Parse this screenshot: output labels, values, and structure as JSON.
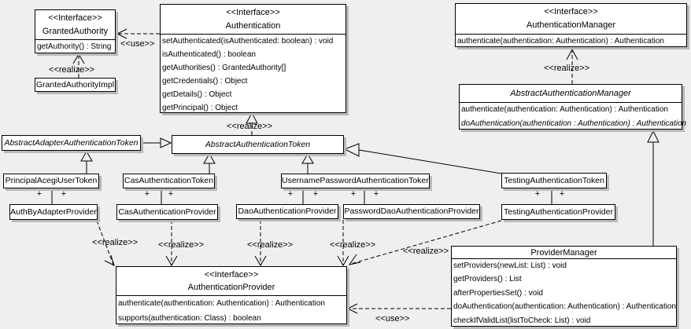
{
  "palette": {
    "background": "#efefef",
    "box_fill": "#ffffff",
    "box_border": "#000000",
    "shadow": "#b9b9b9",
    "line": "#000000"
  },
  "labels": {
    "use": "<<use>>",
    "realize": "<<realize>>",
    "plus": "+"
  },
  "classes": {
    "granted_authority": {
      "stereotype": "<<Interface>>",
      "name": "GrantedAuthority",
      "methods": [
        "getAuthority() : String"
      ]
    },
    "granted_authority_impl": {
      "name": "GrantedAuthorityImpl"
    },
    "authentication": {
      "stereotype": "<<Interface>>",
      "name": "Authentication",
      "methods": [
        "setAuthenticated(isAuthenticated: boolean) : void",
        "isAuthenticated() : boolean",
        "getAuthorities() : GrantedAuthority[]",
        "getCredentials() : Object",
        "getDetails() : Object",
        "getPrincipal() : Object"
      ]
    },
    "authentication_manager": {
      "stereotype": "<<Interface>>",
      "name": "AuthenticationManager",
      "methods": [
        "authenticate(authentication: Authentication) : Authentication"
      ]
    },
    "abstract_authentication_manager": {
      "name": "AbstractAuthenticationManager",
      "methods": [
        "authenticate(authentication: Authentication) : Authentication",
        "doAuthentication(authentication : Authentication) : Authentication"
      ]
    },
    "abstract_adapter_authentication_token": {
      "name": "AbstractAdapterAuthenticationToken"
    },
    "abstract_authentication_token": {
      "name": "AbstractAuthenticationToken"
    },
    "principal_acegi_user_token": {
      "name": "PrincipalAcegiUserToken"
    },
    "cas_authentication_token": {
      "name": "CasAuthenticationToken"
    },
    "username_password_authentication_token": {
      "name": "UsernamePasswordAuthenticationToken"
    },
    "testing_authentication_token": {
      "name": "TestingAuthenticationToken"
    },
    "auth_by_adapter_provider": {
      "name": "AuthByAdapterProvider"
    },
    "cas_authentication_provider": {
      "name": "CasAuthenticationProvider"
    },
    "dao_authentication_provider": {
      "name": "DaoAuthenticationProvider"
    },
    "password_dao_authentication_provider": {
      "name": "PasswordDaoAuthenticationProvider"
    },
    "testing_authentication_provider": {
      "name": "TestingAuthenticationProvider"
    },
    "authentication_provider": {
      "stereotype": "<<Interface>>",
      "name": "AuthenticationProvider",
      "methods": [
        "authenticate(authentication: Authentication) : Authentication",
        "supports(authentication: Class) : boolean"
      ]
    },
    "provider_manager": {
      "name": "ProviderManager",
      "methods": [
        "setProviders(newList: List) : void",
        "getProviders() : List",
        "afterPropertiesSet() : void",
        "doAuthentication(authentication: Authentication) : Authentication",
        "checkIfValidList(listToCheck: List) : void"
      ]
    }
  }
}
